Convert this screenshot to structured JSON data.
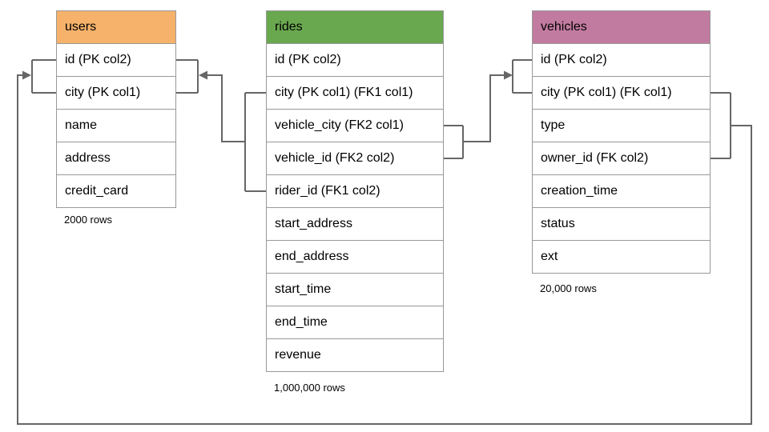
{
  "diagram": {
    "tables": {
      "users": {
        "title": "users",
        "header_color": "#F6B26B",
        "columns": [
          "id (PK col2)",
          "city (PK col1)",
          "name",
          "address",
          "credit_card"
        ],
        "row_count": "2000 rows"
      },
      "rides": {
        "title": "rides",
        "header_color": "#6AA84F",
        "columns": [
          "id (PK col2)",
          "city (PK col1) (FK1 col1)",
          "vehicle_city (FK2 col1)",
          "vehicle_id (FK2 col2)",
          "rider_id (FK1 col2)",
          "start_address",
          "end_address",
          "start_time",
          "end_time",
          "revenue"
        ],
        "row_count": "1,000,000 rows"
      },
      "vehicles": {
        "title": "vehicles",
        "header_color": "#C27BA0",
        "columns": [
          "id (PK col2)",
          "city (PK col1) (FK col1)",
          "type",
          "owner_id (FK col2)",
          "creation_time",
          "status",
          "ext"
        ],
        "row_count": "20,000 rows"
      }
    },
    "relationships": [
      {
        "name": "FK1",
        "from_table": "rides",
        "from_columns": "city, rider_id",
        "to_table": "users",
        "to_columns": "id, city"
      },
      {
        "name": "FK2",
        "from_table": "rides",
        "from_columns": "vehicle_city, vehicle_id",
        "to_table": "vehicles",
        "to_columns": "id, city"
      },
      {
        "name": "FK",
        "from_table": "vehicles",
        "from_columns": "city, owner_id",
        "to_table": "users",
        "to_columns": "id, city"
      }
    ],
    "colors": {
      "users_header": "#F6B26B",
      "rides_header": "#6AA84F",
      "vehicles_header": "#C27BA0",
      "connector": "#666666",
      "table_border": "#999999",
      "text": "#000000"
    }
  }
}
